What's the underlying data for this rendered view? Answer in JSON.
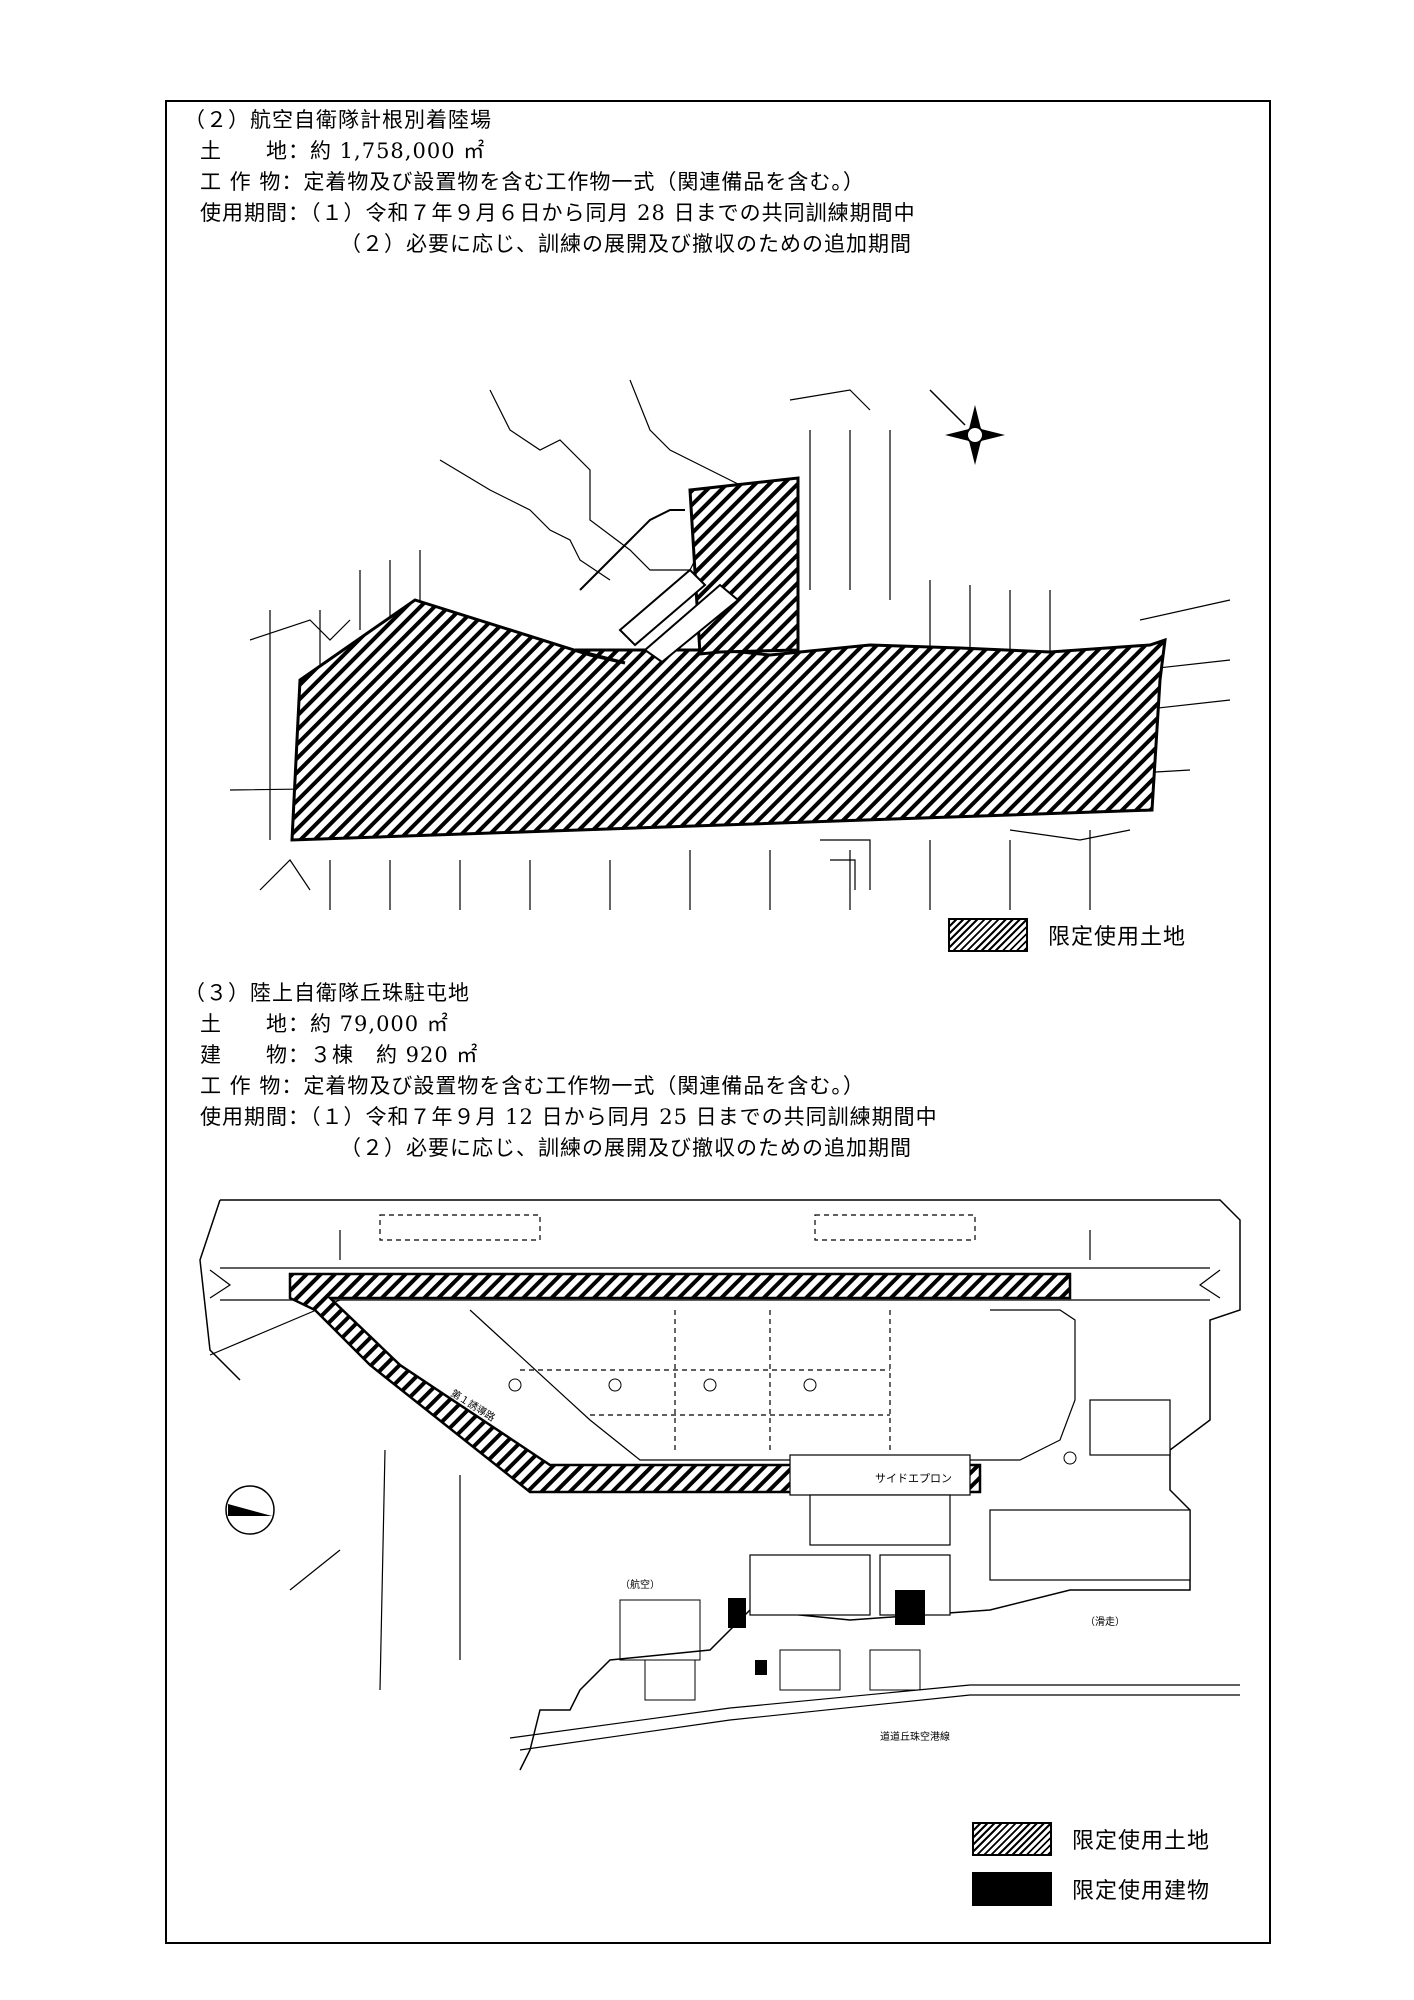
{
  "section2": {
    "heading": "（２）航空自衛隊計根別着陸場",
    "land_label": "土　　地：",
    "land_value": "約 1,758,000 ㎡",
    "works_label": "工 作 物：",
    "works_value": "定着物及び設置物を含む工作物一式（関連備品を含む。）",
    "period_label": "使用期間：",
    "period_1": "（１）令和７年９月６日から同月 28 日までの共同訓練期間中",
    "period_2": "（２）必要に応じ、訓練の展開及び撤収のための追加期間",
    "legend_land": "限定使用土地"
  },
  "section3": {
    "heading": "（３）陸上自衛隊丘珠駐屯地",
    "land_label": "土　　地：",
    "land_value": "約 79,000 ㎡",
    "building_label": "建　　物：",
    "building_value": "３棟　約 920 ㎡",
    "works_label": "工 作 物：",
    "works_value": "定着物及び設置物を含む工作物一式（関連備品を含む。）",
    "period_label": "使用期間：",
    "period_1": "（１）令和７年９月 12 日から同月 25 日までの共同訓練期間中",
    "period_2": "（２）必要に応じ、訓練の展開及び撤収のための追加期間",
    "legend_land": "限定使用土地",
    "legend_building": "限定使用建物",
    "map_labels": {
      "apron": "サイドエプロン",
      "taxiway": "第１誘導路",
      "road": "道道丘珠空港線",
      "kouka": "（航空）",
      "tsuki": "（滑走）"
    }
  },
  "colors": {
    "ink": "#000000",
    "paper": "#ffffff"
  }
}
